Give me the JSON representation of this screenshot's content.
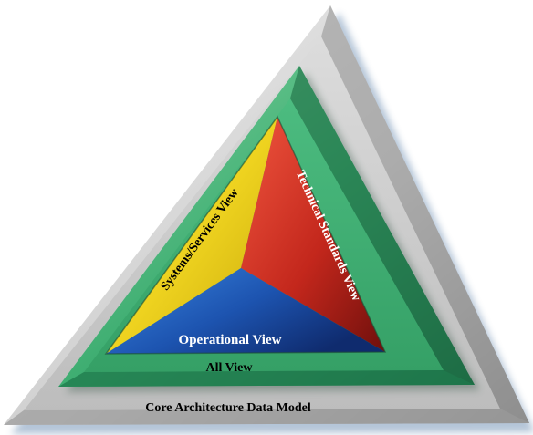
{
  "diagram": {
    "outer_layer": {
      "label": "Core Architecture Data Model",
      "color": "#c8c8c8",
      "text_color": "#000000"
    },
    "middle_layer": {
      "label": "All View",
      "color": "#3aa86f",
      "text_color": "#000000"
    },
    "views": {
      "systems": {
        "label": "Systems/Services View",
        "color": "#f2d21a",
        "text_color": "#000000"
      },
      "technical": {
        "label": "Technical Standards View",
        "color": "#c7281e",
        "text_color": "#ffffff"
      },
      "operational": {
        "label": "Operational View",
        "color": "#1e4fa8",
        "text_color": "#ffffff"
      }
    }
  }
}
